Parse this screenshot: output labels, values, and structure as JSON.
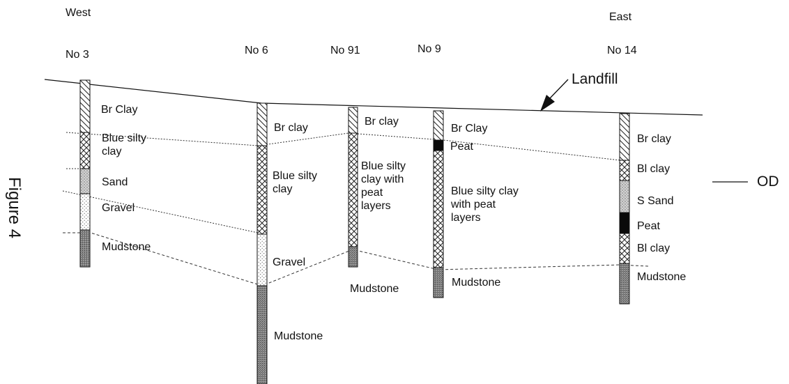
{
  "figure_label": "Figure 4",
  "directions": {
    "west": "West",
    "east": "East"
  },
  "datum": {
    "label": "OD"
  },
  "landfill": {
    "label": "Landfill"
  },
  "boreholes": [
    {
      "id": "No 3",
      "layers": [
        "Br Clay",
        "Blue silty clay",
        "Sand",
        "Gravel",
        "Mudstone"
      ]
    },
    {
      "id": "No 6",
      "layers": [
        "Br clay",
        "Blue silty clay",
        "Gravel",
        "Mudstone"
      ]
    },
    {
      "id": "No 91",
      "layers": [
        "Br clay",
        "Blue silty clay with peat layers",
        "Mudstone"
      ]
    },
    {
      "id": "No 9",
      "layers": [
        "Br Clay",
        "Peat",
        "Blue silty clay with peat layers",
        "Mudstone"
      ]
    },
    {
      "id": "No 14",
      "layers": [
        "Br clay",
        "Bl clay",
        "S Sand",
        "Peat",
        "Bl clay",
        "Mudstone"
      ]
    }
  ]
}
